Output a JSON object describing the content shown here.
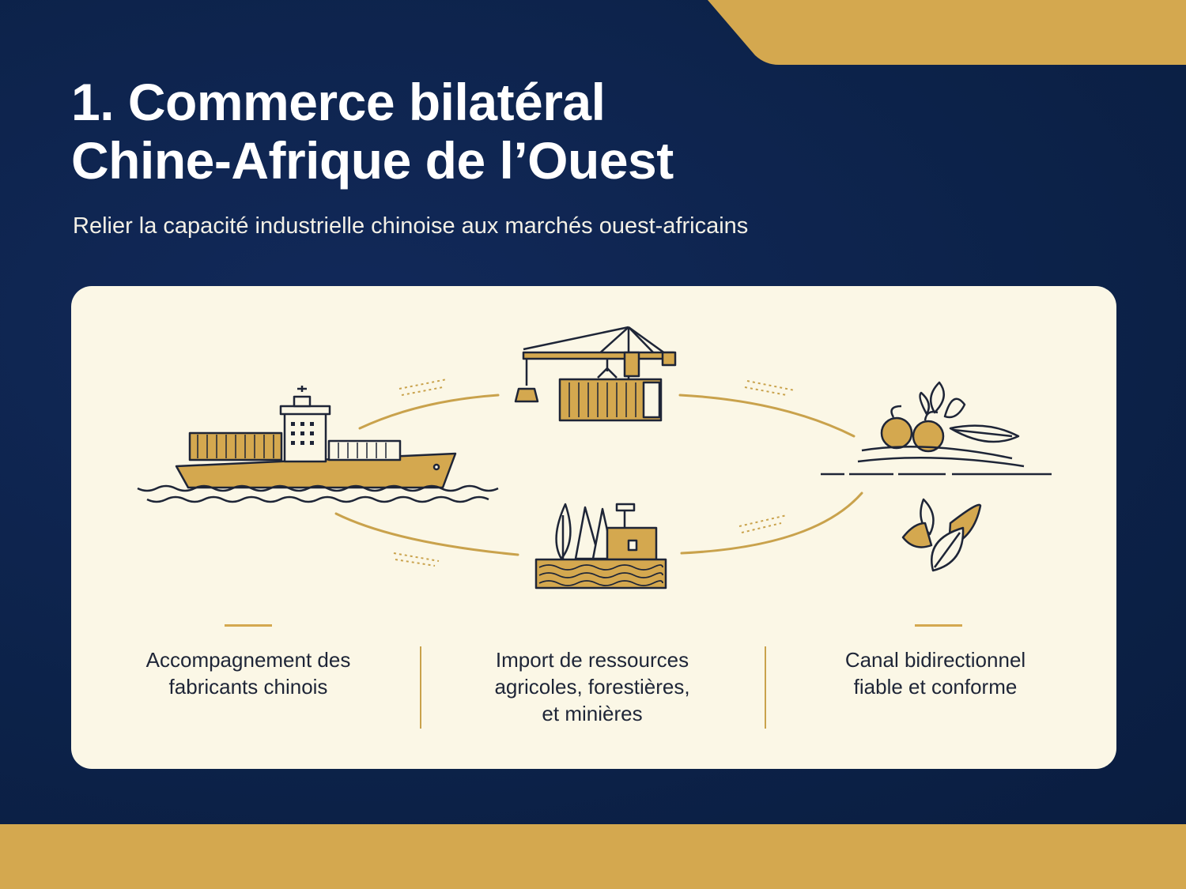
{
  "slide": {
    "title_lines": [
      "1. Commerce bilatéral",
      "Chine-Afrique de l’Ouest"
    ],
    "subtitle": "Relier la capacité industrielle chinoise aux marchés ouest-africains"
  },
  "icons": [
    "cargo-ship-icon",
    "port-crane-icon",
    "agriculture-produce-icon",
    "cocoa-leaf-icon",
    "forestry-mining-icon"
  ],
  "columns": [
    {
      "lines": [
        "Accompagnement des",
        "fabricants chinois"
      ]
    },
    {
      "lines": [
        "Import de ressources",
        "agricoles, forestières,",
        "et minières"
      ]
    },
    {
      "lines": [
        "Canal bidirectionnel",
        "fiable et conforme"
      ]
    }
  ],
  "colors": {
    "navy": "#0c2249",
    "gold": "#d4a84f",
    "panel": "#fbf7e6",
    "ink": "#1e2537"
  }
}
